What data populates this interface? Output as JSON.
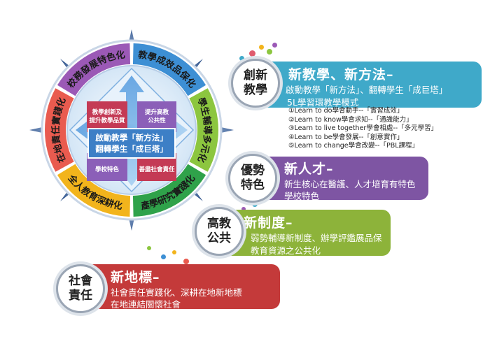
{
  "wheel": {
    "segments": [
      {
        "label": "在地責任實踐化",
        "color": "#e95b4f"
      },
      {
        "label": "校務發展特色化",
        "color": "#9b59b6"
      },
      {
        "label": "教學成效品保化",
        "color": "#3d8fd4"
      },
      {
        "label": "學生輔導多元化",
        "color": "#8cc63f"
      },
      {
        "label": "產學研究實踐化",
        "color": "#2fa24a"
      },
      {
        "label": "全人教育深耕化",
        "color": "#f2b41c"
      }
    ],
    "center": {
      "line1": "啟動教學「新方法」",
      "line2": "翻轉學生「成巨塔」"
    },
    "boxes": {
      "top_left": [
        "教學創新及",
        "提升教學品質"
      ],
      "top_right": [
        "提升高教",
        "公共性"
      ],
      "bottom_left": [
        "學校特色"
      ],
      "bottom_right": [
        "善盡社會責任"
      ]
    }
  },
  "banners": [
    {
      "circle": [
        "創新",
        "教學"
      ],
      "color": "#3fa9c9",
      "head": "新教學、新方法–",
      "lines": [
        "啟動教學「新方法」、翻轉學生「成巨塔」",
        "5L學習環教學模式"
      ]
    },
    {
      "circle": [
        "優勢",
        "特色"
      ],
      "color": "#7e55a3",
      "head": "新人才–",
      "lines": [
        "新生核心在醫護、人才培育有特色",
        "學校特色"
      ]
    },
    {
      "circle": [
        "高教",
        "公共"
      ],
      "color": "#8db33a",
      "head": "新制度–",
      "lines": [
        "弱勢輔導新制度、辦學評鑑展品保",
        "教育資源之公共化"
      ]
    },
    {
      "circle": [
        "社會",
        "責任"
      ],
      "color": "#c43a3a",
      "head": "新地標–",
      "lines": [
        "社會責任實踐化、深耕在地新地標",
        "在地連結關懷社會"
      ]
    }
  ],
  "pedagogy": [
    "①Learn to do學會動手--「實習成效」",
    "②Learn to know學會求知--「通識能力」",
    "③Learn to live together學會相處--「多元學習」",
    "④Learn to be學會發展--「創意實作」",
    "⑤Learn to change學會改變--「PBL課程」"
  ]
}
